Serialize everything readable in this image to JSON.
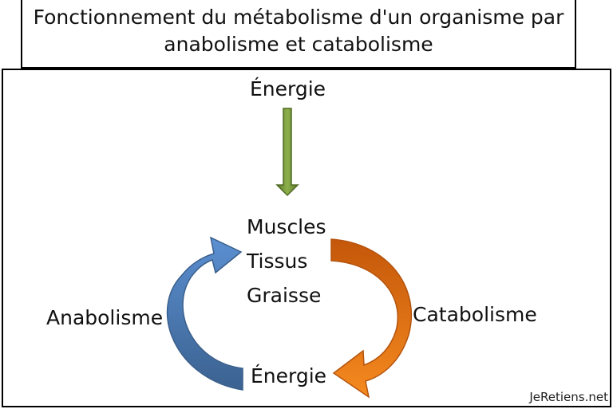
{
  "title": {
    "line1": "Fonctionnement du métabolisme d'un organisme par",
    "line2": "anabolisme et catabolisme"
  },
  "labels": {
    "energy_top": "Énergie",
    "center": [
      "Muscles",
      "Tissus",
      "Graisse"
    ],
    "energy_bottom": "Énergie",
    "left": "Anabolisme",
    "right": "Catabolisme"
  },
  "watermark": "JeRetiens.net",
  "colors": {
    "green_arrow": "#77933c",
    "blue_arrow": "#4f81bd",
    "orange_arrow": "#e46c0a"
  }
}
